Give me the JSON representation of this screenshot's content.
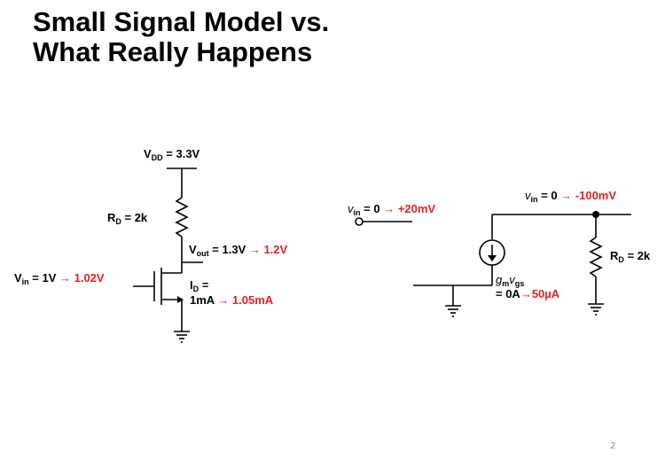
{
  "slide": {
    "title_line1": "Small Signal Model vs.",
    "title_line2": "What Really Happens",
    "page_number": "2"
  },
  "left_circuit": {
    "vdd_main": "V",
    "vdd_sub": "DD",
    "vdd_value": " = 3.3V",
    "rd_main": "R",
    "rd_sub": "D",
    "rd_value": " = 2k",
    "vout_main": "V",
    "vout_sub": "out",
    "vout_value": " = 1.3V ",
    "vout_arrow": "→",
    "vout_new": " 1.2V",
    "vin_main": "V",
    "vin_sub": "in",
    "vin_value": " = 1V ",
    "vin_arrow": "→",
    "vin_new": " 1.02V",
    "id_main": "I",
    "id_sub": "D",
    "id_eq": " =",
    "id_value": "1mA ",
    "id_arrow": "→",
    "id_new": " 1.05mA"
  },
  "right_circuit": {
    "vin_main": "v",
    "vin_sub": "in",
    "vin_value": " = 0 ",
    "vin_arrow": "→",
    "vin_new": " +20mV",
    "vout_main": "v",
    "vout_sub": "in",
    "vout_value": " = 0 ",
    "vout_arrow": "→",
    "vout_new": " -100mV",
    "rd_main": "R",
    "rd_sub": "D",
    "rd_value": " = 2k",
    "gm_main": "g",
    "gm_sub": "m",
    "gm_v": "v",
    "gm_vsub": "gs",
    "gm_value": "= 0A",
    "gm_arrow": "→",
    "gm_new": "50µA"
  },
  "colors": {
    "accent_red": "#e81e1e",
    "wire": "#000000"
  }
}
